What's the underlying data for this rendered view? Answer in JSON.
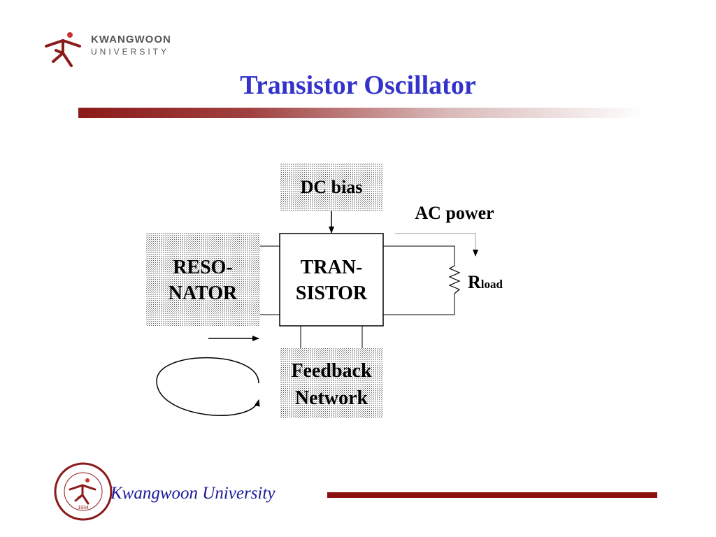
{
  "header": {
    "logo_name": "KWANGWOON",
    "logo_sub": "UNIVERSITY",
    "title": "Transistor Oscillator"
  },
  "diagram": {
    "dc_bias": "DC bias",
    "ac_power": "AC power",
    "resonator_line1": "RESO-",
    "resonator_line2": "NATOR",
    "transistor_line1": "TRAN-",
    "transistor_line2": "SISTOR",
    "rload_main": "R",
    "rload_sub": "load",
    "feedback_line1": "Feedback",
    "feedback_line2": "Network"
  },
  "footer": {
    "seal_year": "1934",
    "university": "Kwangwoon University"
  },
  "colors": {
    "title": "#3333cc",
    "brand_red": "#8b1010",
    "footer_text": "#1a1a99"
  }
}
